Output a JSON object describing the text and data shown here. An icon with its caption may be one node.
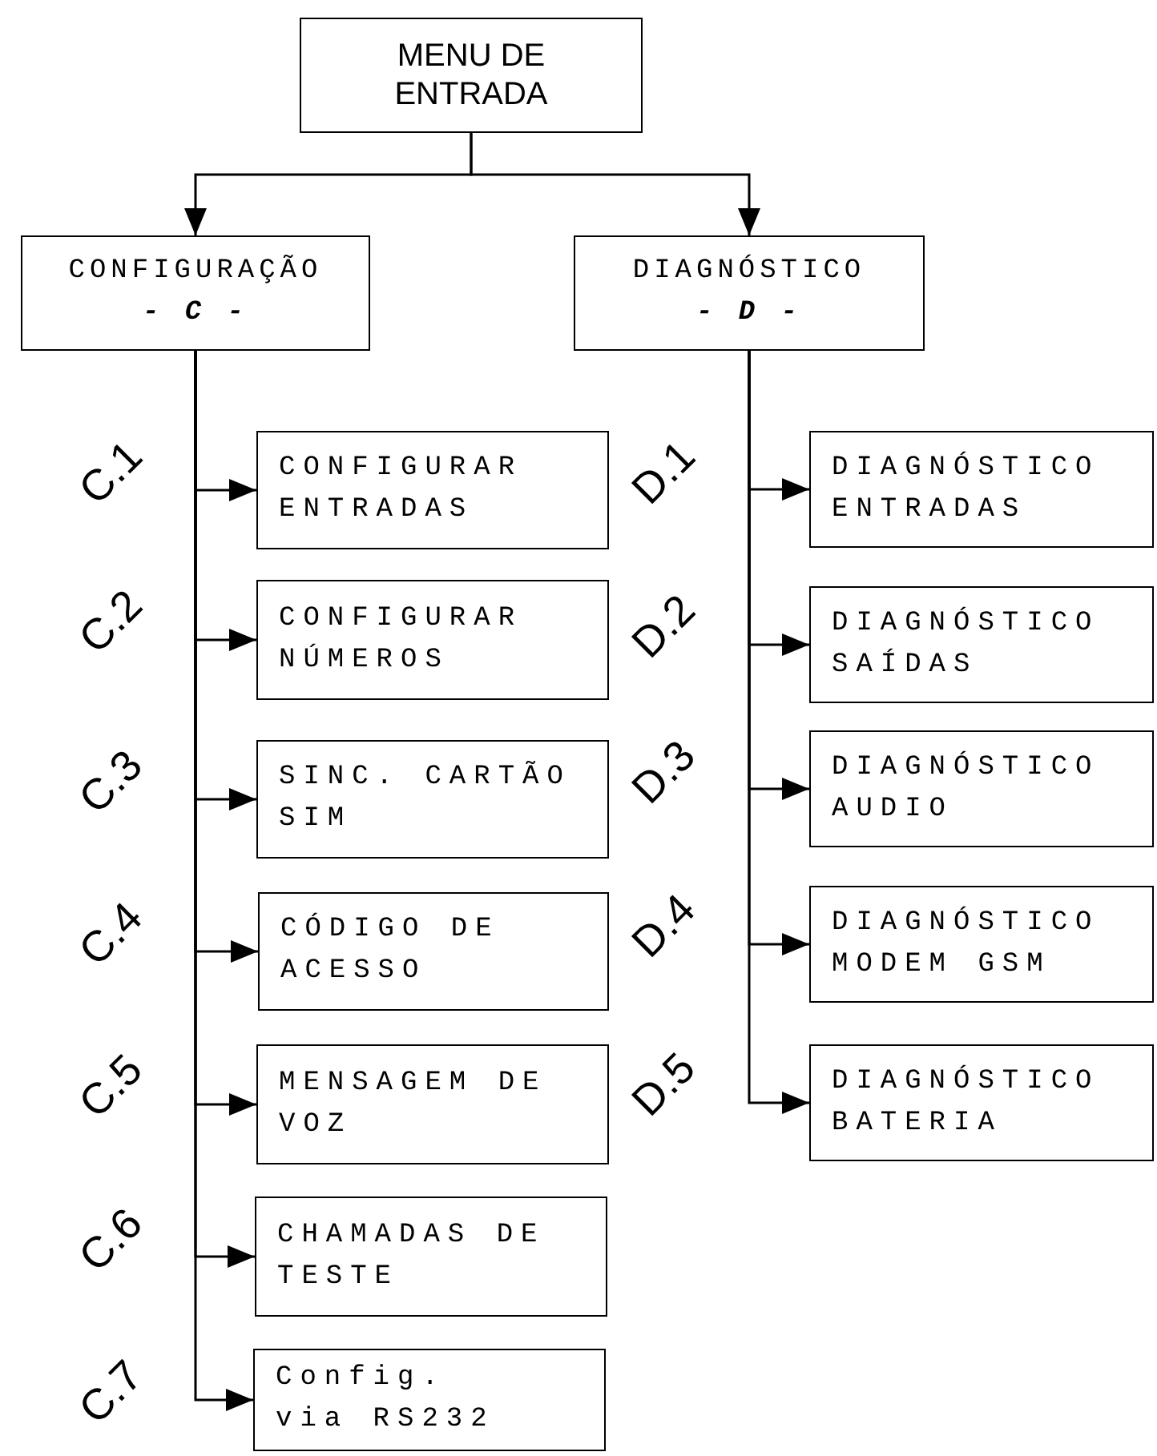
{
  "diagram": {
    "nodes": [
      {
        "text": [
          "MENU DE ENTRADA"
        ]
      },
      {
        "text": [
          "CONFIGURAÇÃO",
          "- C -"
        ]
      },
      {
        "text": [
          "DIAGNÓSTICO",
          "- D -"
        ]
      },
      {
        "text": [
          "CONFIGURAR ENTRADAS"
        ]
      },
      {
        "text": [
          "CONFIGURAR NÚMEROS"
        ]
      },
      {
        "text": [
          "SINC. CARTÃO SIM"
        ]
      },
      {
        "text": [
          "CÓDIGO DE ACESSO"
        ]
      },
      {
        "text": [
          "MENSAGEM DE VOZ"
        ]
      },
      {
        "text": [
          "CHAMADAS DE TESTE"
        ]
      },
      {
        "text": [
          "Config. via RS232"
        ]
      },
      {
        "text": [
          "DIAGNÓSTICO ENTRADAS"
        ]
      },
      {
        "text": [
          "DIAGNÓSTICO SAÍDAS"
        ]
      },
      {
        "text": [
          "DIAGNÓSTICO AUDIO"
        ]
      },
      {
        "text": [
          "DIAGNÓSTICO MODEM GSM"
        ]
      },
      {
        "text": [
          "DIAGNÓSTICO BATERIA"
        ]
      }
    ],
    "edges": [
      {
        "from": 0,
        "to": 1,
        "arrow": "to"
      },
      {
        "from": 0,
        "to": 2,
        "arrow": "to"
      },
      {
        "from": 1,
        "to": 3,
        "arrow": "to"
      },
      {
        "from": 1,
        "to": 4,
        "arrow": "to"
      },
      {
        "from": 1,
        "to": 5,
        "arrow": "to"
      },
      {
        "from": 1,
        "to": 6,
        "arrow": "to"
      },
      {
        "from": 1,
        "to": 7,
        "arrow": "to"
      },
      {
        "from": 1,
        "to": 8,
        "arrow": "to"
      },
      {
        "from": 1,
        "to": 9,
        "arrow": "to"
      },
      {
        "from": 2,
        "to": 10,
        "arrow": "to"
      },
      {
        "from": 2,
        "to": 11,
        "arrow": "to"
      },
      {
        "from": 2,
        "to": 12,
        "arrow": "to"
      },
      {
        "from": 2,
        "to": 13,
        "arrow": "to"
      },
      {
        "from": 2,
        "to": 14,
        "arrow": "to"
      }
    ],
    "labels": [
      "C.1",
      "D.1",
      "C.2",
      "D.2",
      "C.3",
      "D.3",
      "C.4",
      "D.4",
      "C.5",
      "D.5",
      "C.6",
      "C.7"
    ]
  }
}
